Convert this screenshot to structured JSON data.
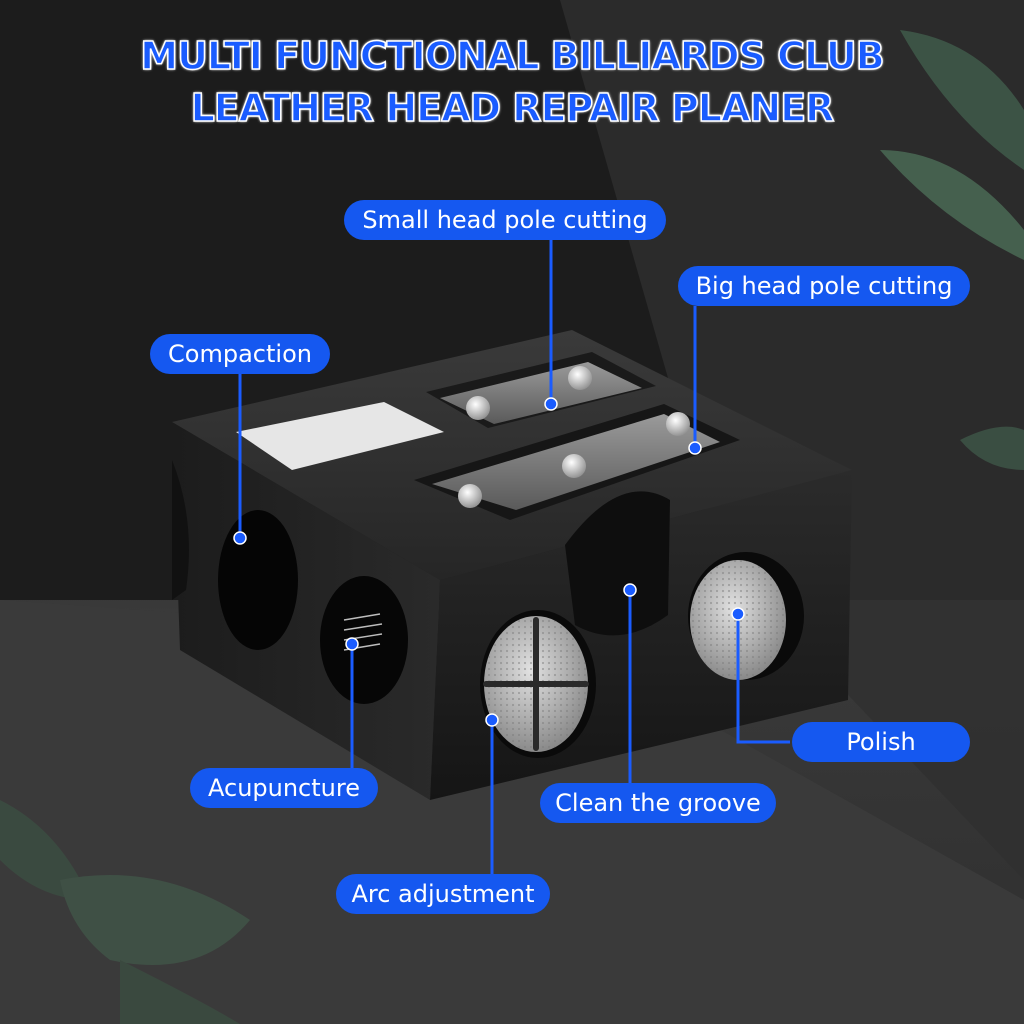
{
  "title": {
    "line1": "MULTI FUNCTIONAL BILLIARDS CLUB",
    "line2": "LEATHER HEAD REPAIR PLANER"
  },
  "callouts": {
    "small_head": "Small head pole cutting",
    "big_head": "Big head pole cutting",
    "compaction": "Compaction",
    "acupuncture": "Acupuncture",
    "arc_adjustment": "Arc adjustment",
    "clean_groove": "Clean the groove",
    "polish": "Polish"
  },
  "colors": {
    "label_bg": "#1558f0",
    "label_text": "#ffffff",
    "title_fill": "#1a5cff",
    "title_outline": "#ffffff"
  }
}
